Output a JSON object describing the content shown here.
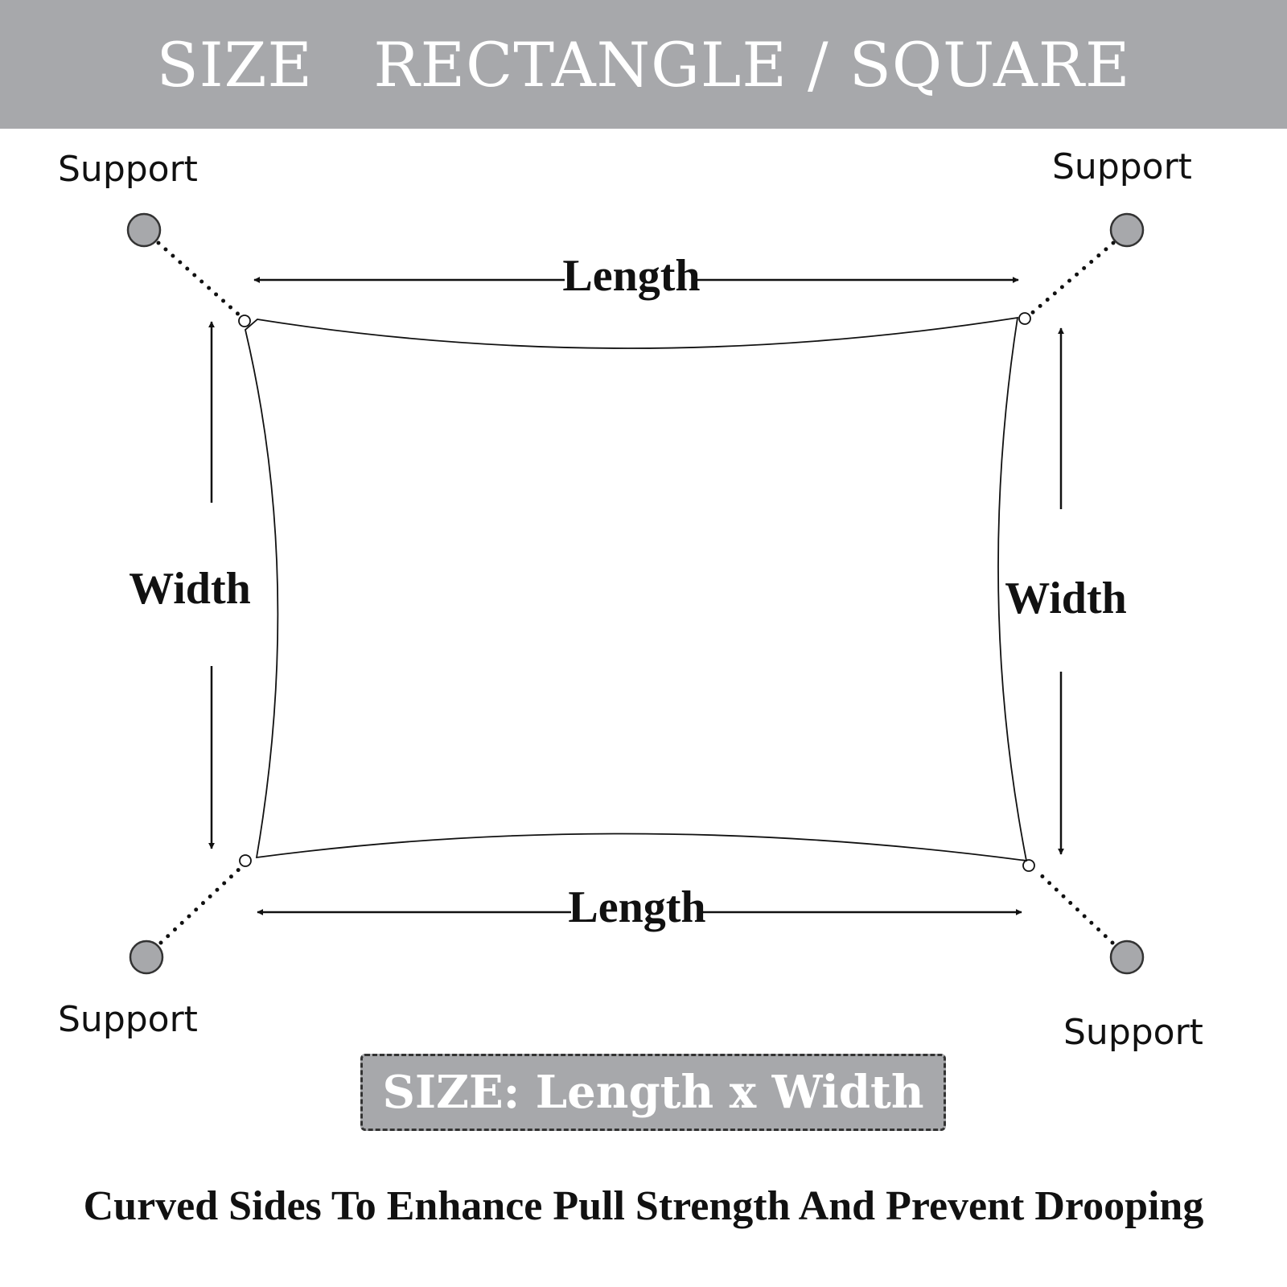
{
  "header": {
    "title": "SIZE   RECTANGLE / SQUARE"
  },
  "supports": {
    "top_left": "Support",
    "top_right": "Support",
    "bottom_left": "Support",
    "bottom_right": "Support"
  },
  "dimensions": {
    "length_top": "Length",
    "length_bottom": "Length",
    "width_left": "Width",
    "width_right": "Width"
  },
  "size_box": {
    "text": "SIZE: Length x Width"
  },
  "caption": "Curved Sides To Enhance Pull Strength And Prevent Drooping",
  "colors": {
    "header_bg": "#a7a8ab",
    "support_circle": "#a7a8ab",
    "line": "#111111"
  }
}
